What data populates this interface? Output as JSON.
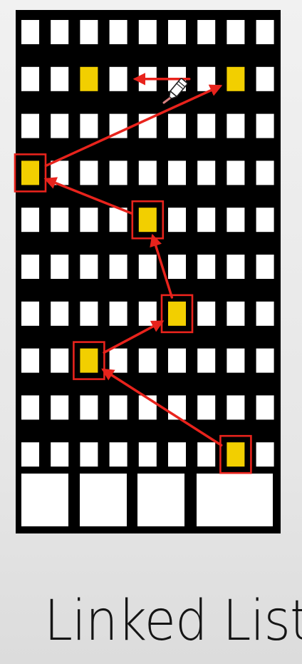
{
  "caption": "Linked List",
  "colors": {
    "memory_block": "#000000",
    "free_cell": "#ffffff",
    "occupied_cell": "#f2cf00",
    "highlight": "#e8231c",
    "pointer_arrow": "#e8231c"
  },
  "grid": {
    "rows": 10,
    "columns": 9,
    "bottom_row_large_cells": 4
  },
  "linked_list": {
    "occupied_cells": [
      {
        "row": 9,
        "col": 7,
        "highlighted": true
      },
      {
        "row": 7,
        "col": 2,
        "highlighted": true
      },
      {
        "row": 6,
        "col": 5,
        "highlighted": true
      },
      {
        "row": 4,
        "col": 4,
        "highlighted": true
      },
      {
        "row": 3,
        "col": 0,
        "highlighted": true
      },
      {
        "row": 1,
        "col": 7,
        "highlighted": false
      },
      {
        "row": 1,
        "col": 2,
        "highlighted": false
      }
    ],
    "pointers": [
      {
        "from": [
          9,
          7
        ],
        "to": [
          7,
          2
        ]
      },
      {
        "from": [
          7,
          2
        ],
        "to": [
          6,
          5
        ]
      },
      {
        "from": [
          6,
          5
        ],
        "to": [
          4,
          4
        ]
      },
      {
        "from": [
          4,
          4
        ],
        "to": [
          3,
          0
        ]
      },
      {
        "from": [
          3,
          0
        ],
        "to": [
          1,
          7
        ]
      },
      {
        "from": [
          1,
          6
        ],
        "to": [
          1,
          3
        ]
      }
    ]
  },
  "cursor_icon": "pencil-cursor-icon"
}
